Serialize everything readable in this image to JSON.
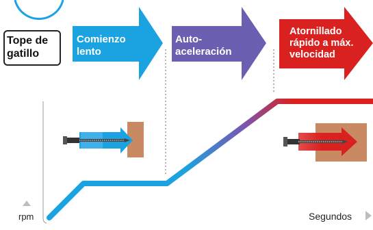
{
  "trigger_label": "Tope de\ngatillo",
  "stages": [
    {
      "label": "Comienzo\nlento",
      "color": "#1aa3e0"
    },
    {
      "label": "Auto-\naceleración",
      "color": "#6a5fb0"
    },
    {
      "label": "Atornillado\nrápido a máx.\nvelocidad",
      "color": "#d9211f"
    }
  ],
  "axis": {
    "y_label": "rpm",
    "x_label": "Segundos"
  },
  "icons": [
    "screw-blue-arrow-icon",
    "screw-red-arrow-icon",
    "axis-up-arrow-icon",
    "axis-right-arrow-icon"
  ],
  "colors": {
    "slow": "#1aa3e0",
    "accel": "#6a5fb0",
    "fast": "#d9211f",
    "wood": "#c98a63"
  }
}
